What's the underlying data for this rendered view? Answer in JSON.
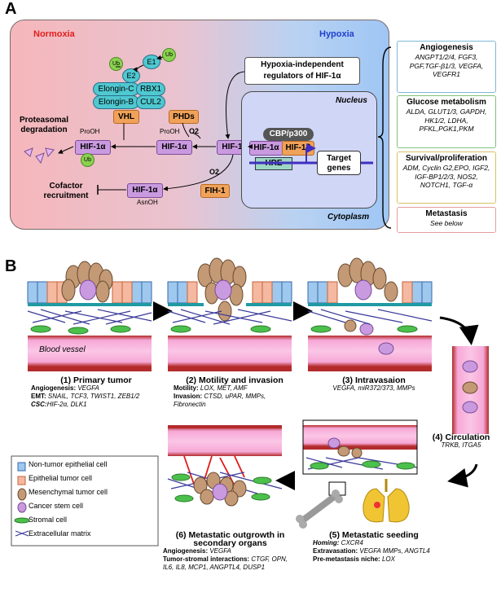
{
  "panel_a": {
    "label": "A",
    "normoxia": "Normoxia",
    "hypoxia": "Hypoxia",
    "cytoplasm": "Cytoplasm",
    "nucleus": "Nucleus",
    "ub": "Ub",
    "e1": "E1",
    "e2": "E2",
    "elongin_c": "Elongin-C",
    "rbx1": "RBX1",
    "elongin_b": "Elongin-B",
    "cul2": "CUL2",
    "vhl": "VHL",
    "phds": "PHDs",
    "o2": "O2",
    "fih1": "FIH-1",
    "hif1a": "HIF-1α",
    "hif1b": "HIF-1β",
    "pro_oh": "ProOH",
    "asn_oh": "AsnOH",
    "proteasomal": "Proteasomal degradation",
    "cofactor": "Cofactor recruitment",
    "hypoxia_indep": "Hypoxia-independent regulators of HIF-1α",
    "cbp": "CBP/p300",
    "hre": "HRE",
    "target_genes": "Target genes",
    "side": [
      {
        "title": "Angiogenesis",
        "genes": "ANGPT1/2/4, FGF3, PGF,TGF-β1/3, VEGFA, VEGFR1",
        "color": "#b9e3f7"
      },
      {
        "title": "Glucose metabolism",
        "genes": "ALDA, GLUT1/3, GAPDH, HK1/2, LDHA, PFKL,PGK1,PKM",
        "color": "#cdeecc"
      },
      {
        "title": "Survival/proliferation",
        "genes": "ADM, Cyclin G2,EPO, IGF2, IGF-BP1/2/3, NOS2, NOTCH1, TGF-α",
        "color": "#fdf0b4"
      },
      {
        "title": "Metastasis",
        "genes": "See below",
        "color": "#f9d3d3"
      }
    ]
  },
  "panel_b": {
    "label": "B",
    "blood_vessel": "Blood vessel",
    "steps": [
      {
        "title": "(1) Primary tumor",
        "lines": [
          [
            "Angiogenesis: ",
            "VEGFA"
          ],
          [
            "EMT: ",
            "SNAIL, TCF3, TWIST1, ZEB1/2"
          ],
          [
            "CSC:",
            "HIF-2α, DLK1"
          ]
        ]
      },
      {
        "title": "(2) Motility and invasion",
        "lines": [
          [
            "Motility: ",
            "LOX, MET, AMF"
          ],
          [
            "Invasion: ",
            "CTSD, uPAR, MMPs, Fibronectin"
          ]
        ]
      },
      {
        "title": "(3) Intravasaion",
        "lines": [
          [
            "",
            "VEGFA, miR372/373, MMPs"
          ]
        ]
      },
      {
        "title": "(4) Circulation",
        "lines": [
          [
            "",
            "TRKB, ITGA5"
          ]
        ]
      },
      {
        "title": "(5) Metastatic seeding",
        "lines": [
          [
            "Homing: ",
            "CXCR4"
          ],
          [
            "Extravasation: ",
            "VEGFA MMPs, ANGTL4"
          ],
          [
            "Pre-metastasis niche: ",
            "LOX"
          ]
        ]
      },
      {
        "title": "(6) Metastatic outgrowth in secondary organs",
        "lines": [
          [
            "Angiogenesis: ",
            "VEGFA"
          ],
          [
            "Tumor-stromal interactions: ",
            "CTGF, OPN, IL6, IL8, MCP1, ANGPTL4, DUSP1"
          ]
        ]
      }
    ],
    "legend": [
      {
        "label": "Non-tumor epithelial cell",
        "icon": "non-tumor-cell-icon",
        "color": "#9fc8ee"
      },
      {
        "label": "Epithelial tumor cell",
        "icon": "epithelial-tumor-cell-icon",
        "color": "#f5b8a0"
      },
      {
        "label": "Mesenchymal tumor cell",
        "icon": "mesenchymal-cell-icon",
        "color": "#c49a76"
      },
      {
        "label": "Cancer stem cell",
        "icon": "stem-cell-icon",
        "color": "#c99ae0"
      },
      {
        "label": "Stromal cell",
        "icon": "stromal-cell-icon",
        "color": "#4cc04c"
      },
      {
        "label": "Extracellular matrix",
        "icon": "ecm-icon",
        "color": "#3a3a9a"
      }
    ]
  }
}
